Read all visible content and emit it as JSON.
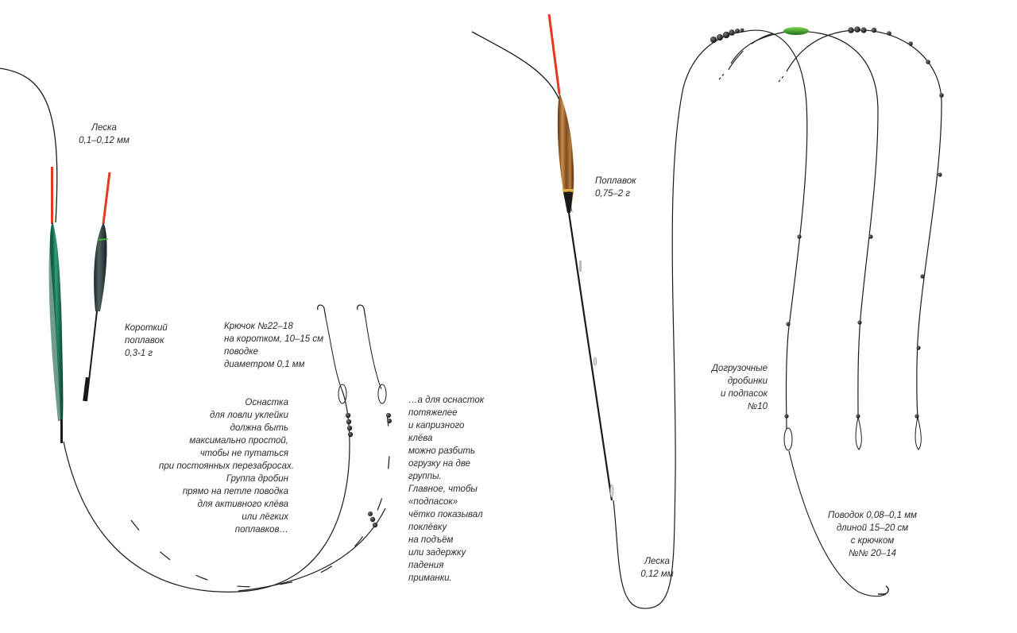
{
  "labels": {
    "line_left": "Леска\n0,1–0,12 мм",
    "short_float": "Короткий\nпоплавок\n0,3-1 г",
    "hook_left": "Крючок №22–18\nна коротком, 10–15 см\nповодке\nдиаметром 0,1 мм",
    "rig_note": "Оснастка\nдля ловли уклейки\nдолжна быть\nмаксимально простой,\nчтобы не путаться\nпри постоянных перезабросах.\nГруппа дробин\nпрямо на петле поводка\nдля активного клёва\nили лёгких\nпоплавков…",
    "heavy_note": "…а для оснасток\nпотяжелее\nи капризного\nклёва\nможно разбить\nогрузку на две\nгруппы.\nГлавное, чтобы\n«подпасок»\nчётко показывал\nпоклёвку\nна подъём\nили задержку\nпадения\nприманки.",
    "float_right": "Поплавок\n0,75–2 г",
    "line_right": "Леска\n0,12 мм",
    "shots": "Догрузочные\nдробинки\nи подпасок\n№10",
    "leader": "Поводок 0,08–0,1 мм\nдлиной 15–20 см\nс крючком\n№№ 20–14"
  },
  "colors": {
    "line": "#1a1a1a",
    "antenna": "#e63a1e",
    "green_float": "#1f7a5e",
    "dark_float": "#2d3a3a",
    "wood_float": "#8a5a2e",
    "shot": "#111111",
    "sinker_green": "#3aa52a"
  },
  "icons": {
    "hook": "hook-icon",
    "shot": "split-shot-icon",
    "float": "float-icon"
  }
}
